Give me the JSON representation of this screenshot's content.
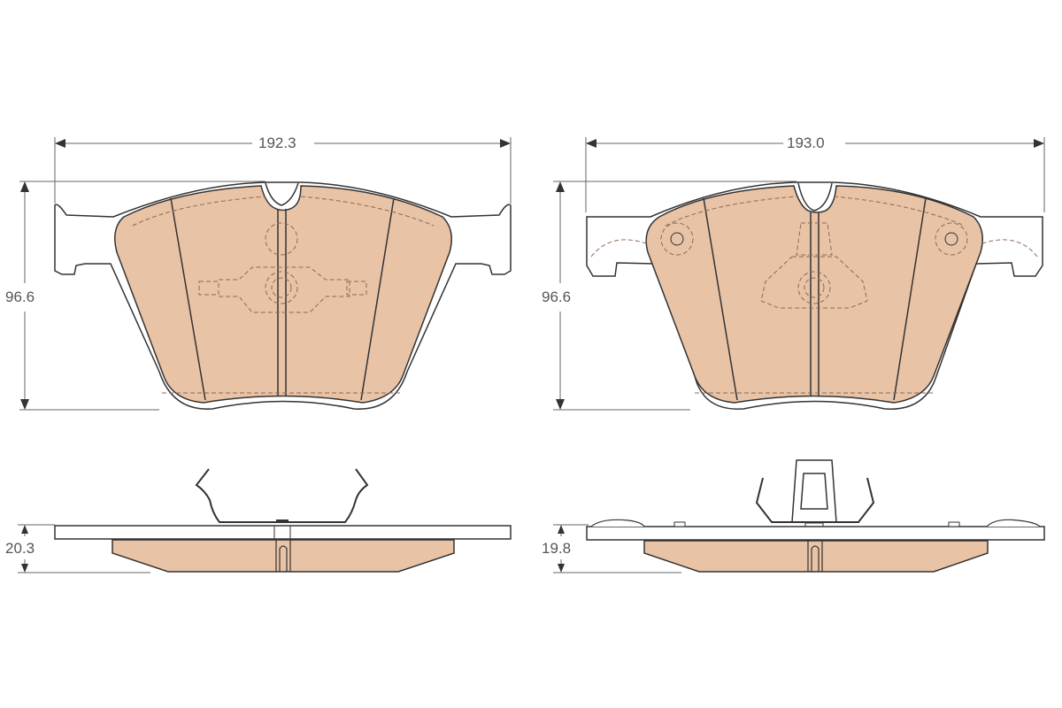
{
  "diagram": {
    "subject": "brake pad set technical drawing",
    "colors": {
      "friction_fill": "#e9c3a6",
      "outline": "#333333",
      "dimension_line": "#666666",
      "hidden_line": "#8a6a58"
    },
    "views": [
      {
        "name": "pad-1-front-view",
        "dimensions": {
          "width": "192.3",
          "height": "96.6"
        }
      },
      {
        "name": "pad-2-front-view",
        "dimensions": {
          "width": "193.0",
          "height": "96.6"
        }
      },
      {
        "name": "pad-1-side-view",
        "dimensions": {
          "thickness": "20.3"
        }
      },
      {
        "name": "pad-2-side-view",
        "dimensions": {
          "thickness": "19.8"
        }
      }
    ]
  }
}
